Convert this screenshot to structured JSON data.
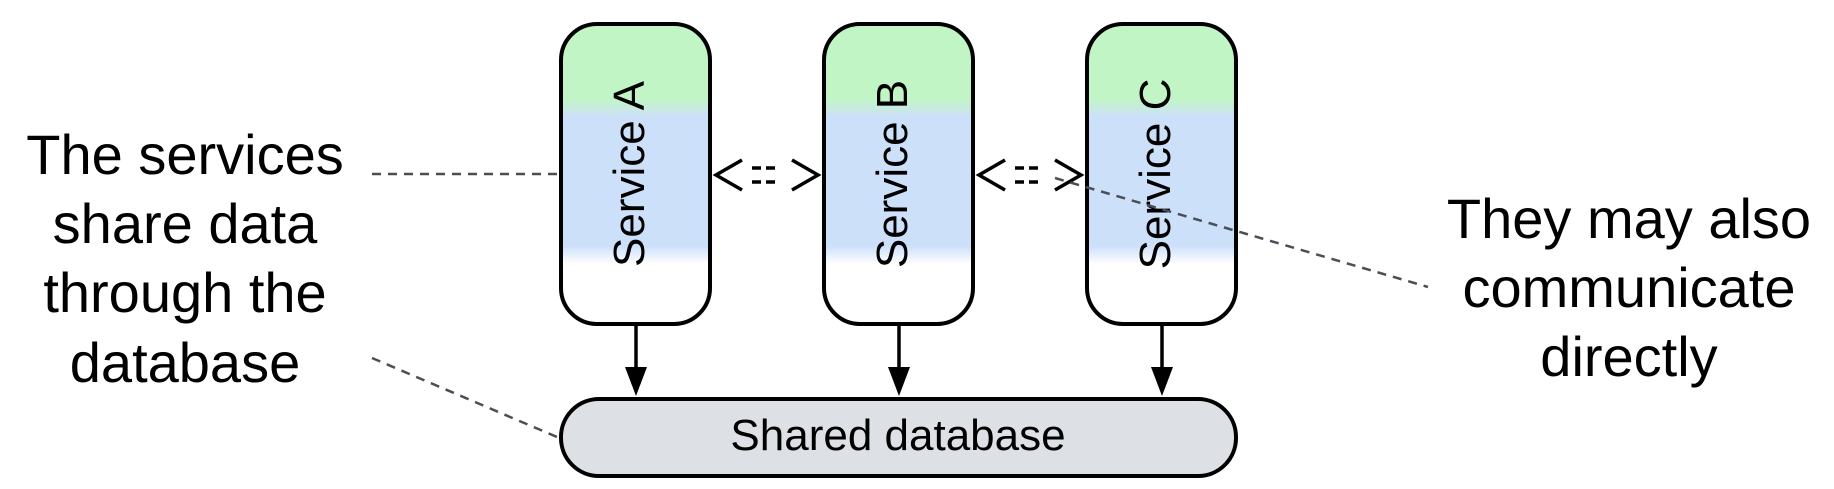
{
  "services": [
    {
      "label": "Service A"
    },
    {
      "label": "Service B"
    },
    {
      "label": "Service C"
    }
  ],
  "database": {
    "label": "Shared database"
  },
  "left_note": {
    "lines": [
      "The services",
      "share data",
      "through the",
      "database"
    ]
  },
  "right_note": {
    "lines": [
      "They may also",
      "communicate",
      "directly"
    ]
  },
  "connector_glyph": "<=>",
  "colors": {
    "service_top": "#c2f5c6",
    "service_mid": "#cce0fa",
    "database_fill": "#dde0e4",
    "stroke": "#000000",
    "dashed_line": "#4a4f57"
  }
}
